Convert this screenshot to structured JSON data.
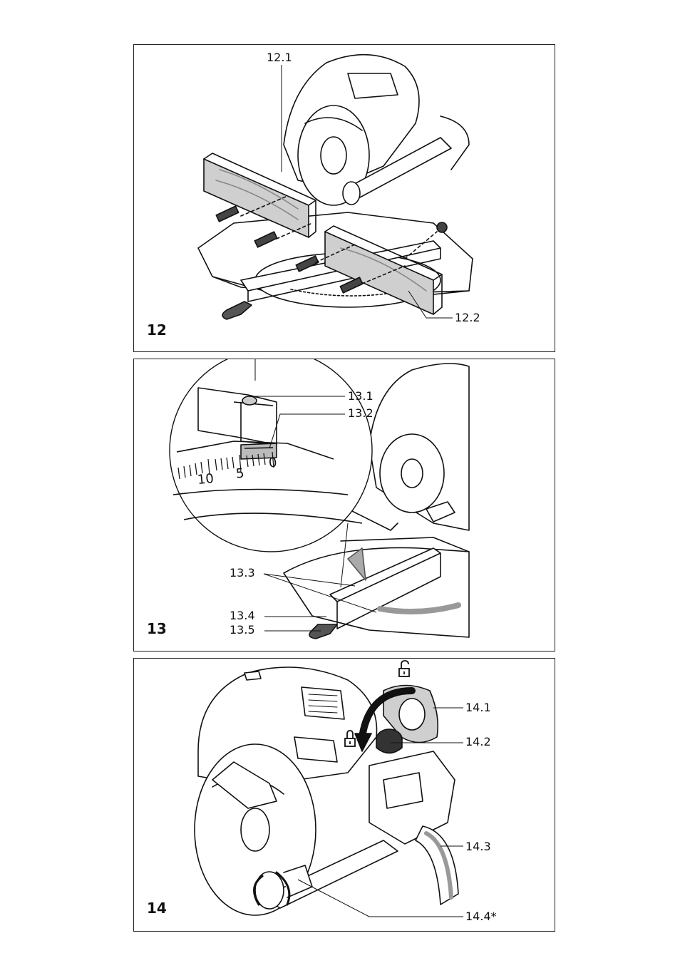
{
  "figures": [
    {
      "number": "12",
      "callouts": [
        "12.1",
        "12.2"
      ]
    },
    {
      "number": "13",
      "callouts": [
        "13.1",
        "13.2",
        "13.3",
        "13.4",
        "13.5"
      ],
      "scale_labels": [
        "10",
        "5",
        "0"
      ]
    },
    {
      "number": "14",
      "callouts": [
        "14.1",
        "14.2",
        "14.3",
        "14.4*"
      ]
    }
  ],
  "icons": [
    "lock-open-icon",
    "lock-closed-icon"
  ]
}
